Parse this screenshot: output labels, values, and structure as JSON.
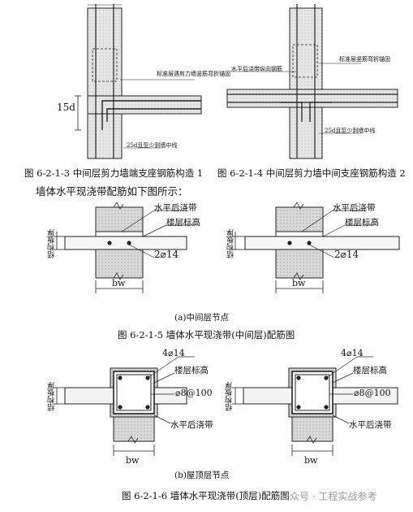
{
  "figures_top": {
    "left": {
      "caption": "图 6-2-1-3  中间层剪力墙端支座钢筋构造 1",
      "dim_label": "15d",
      "note_right": "标准层遇剪力墙竖筋弯折锚固",
      "note_bottom": "25d且至少到墙中线"
    },
    "right": {
      "caption": "图 6-2-1-4  中间层剪力墙中间支座钢筋构造 2",
      "note_top": "水平后浇带纵向钢筋",
      "note_right": "标准层竖筋弯折锚固",
      "note_bottom": "25d且至少到墙中线"
    }
  },
  "intro_text": "墙体水平现浇带配筋如下图所示：",
  "figure_a": {
    "left": {
      "label_pour_strip": "水平后浇带",
      "label_floor_level": "楼层标高",
      "label_rebar": "2⌀14",
      "label_slab_thickness": "结构板厚",
      "label_width": "bw"
    },
    "right": {
      "label_pour_strip": "水平后浇带",
      "label_floor_level": "楼层标高",
      "label_rebar": "2⌀14",
      "label_slab_thickness": "结构板厚",
      "label_width": "bw"
    },
    "subcaption": "(a)中间层节点",
    "caption": "图 6-2-1-5  墙体水平现浇带(中间层)配筋图"
  },
  "figure_b": {
    "left": {
      "label_rebar_top": "4⌀14",
      "label_floor_level": "楼层标高",
      "label_stirrup": "⌀8@100",
      "label_pour_strip": "水平后浇带",
      "label_slab_thickness": "结构板厚",
      "label_width": "bw"
    },
    "right": {
      "label_rebar_top": "4⌀14",
      "label_floor_level": "楼层标高",
      "label_stirrup": "⌀8@100",
      "label_pour_strip": "水平后浇带",
      "label_slab_thickness": "结构板厚",
      "label_width": "bw"
    },
    "subcaption": "(b)屋顶层节点",
    "caption": "图 6-2-1-6  墙体水平现浇带(顶层)配筋图"
  },
  "watermark": "公众号 · 工程实战参考"
}
